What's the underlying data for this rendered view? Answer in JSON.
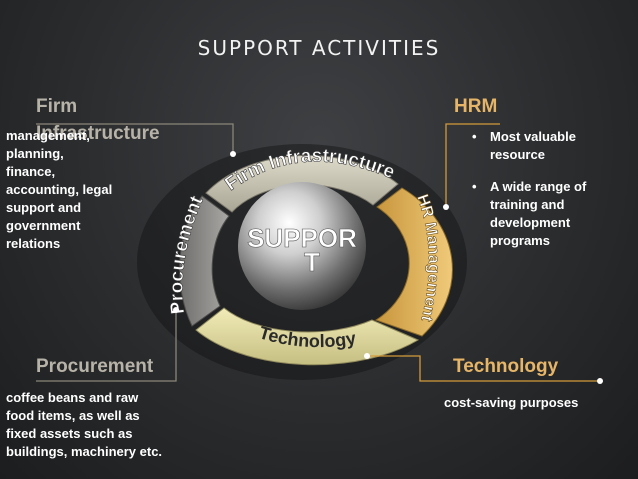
{
  "title": "SUPPORT ACTIVITIES",
  "center_label": [
    "SUPPOR",
    "T"
  ],
  "segments": {
    "firm": "Firm Infrastructure",
    "hrm": "HR Management",
    "technology": "Technology",
    "procurement": "Procurement"
  },
  "callouts": {
    "firm": {
      "heading": [
        "Firm",
        "Infrastructure"
      ],
      "text": [
        "management,",
        "planning,",
        "finance,",
        "accounting, legal",
        "support and",
        "government",
        "relations"
      ]
    },
    "hrm": {
      "heading": "HRM",
      "bullets": [
        {
          "marker": "•",
          "lines": [
            "Most valuable",
            "resource"
          ]
        },
        {
          "marker": "•",
          "lines": [
            "A wide range of",
            "training and",
            "development",
            "programs"
          ]
        }
      ]
    },
    "procurement": {
      "heading": "Procurement",
      "text": [
        "coffee beans and raw",
        "food items, as well as",
        "fixed assets such as",
        "buildings, machinery etc."
      ]
    },
    "technology": {
      "heading": "Technology",
      "text": [
        "cost-saving purposes"
      ]
    }
  },
  "colors": {
    "firm_segment": "#c9c6b6",
    "hrm_segment": "#e2b75c",
    "technology_segment": "#e7e0a6",
    "procurement_segment": "#8d8c8a",
    "heading_gray": "#b7b3a8",
    "heading_orange": "#e6b568",
    "connector_gray": "#8a8678",
    "connector_orange": "#d49a3a"
  }
}
